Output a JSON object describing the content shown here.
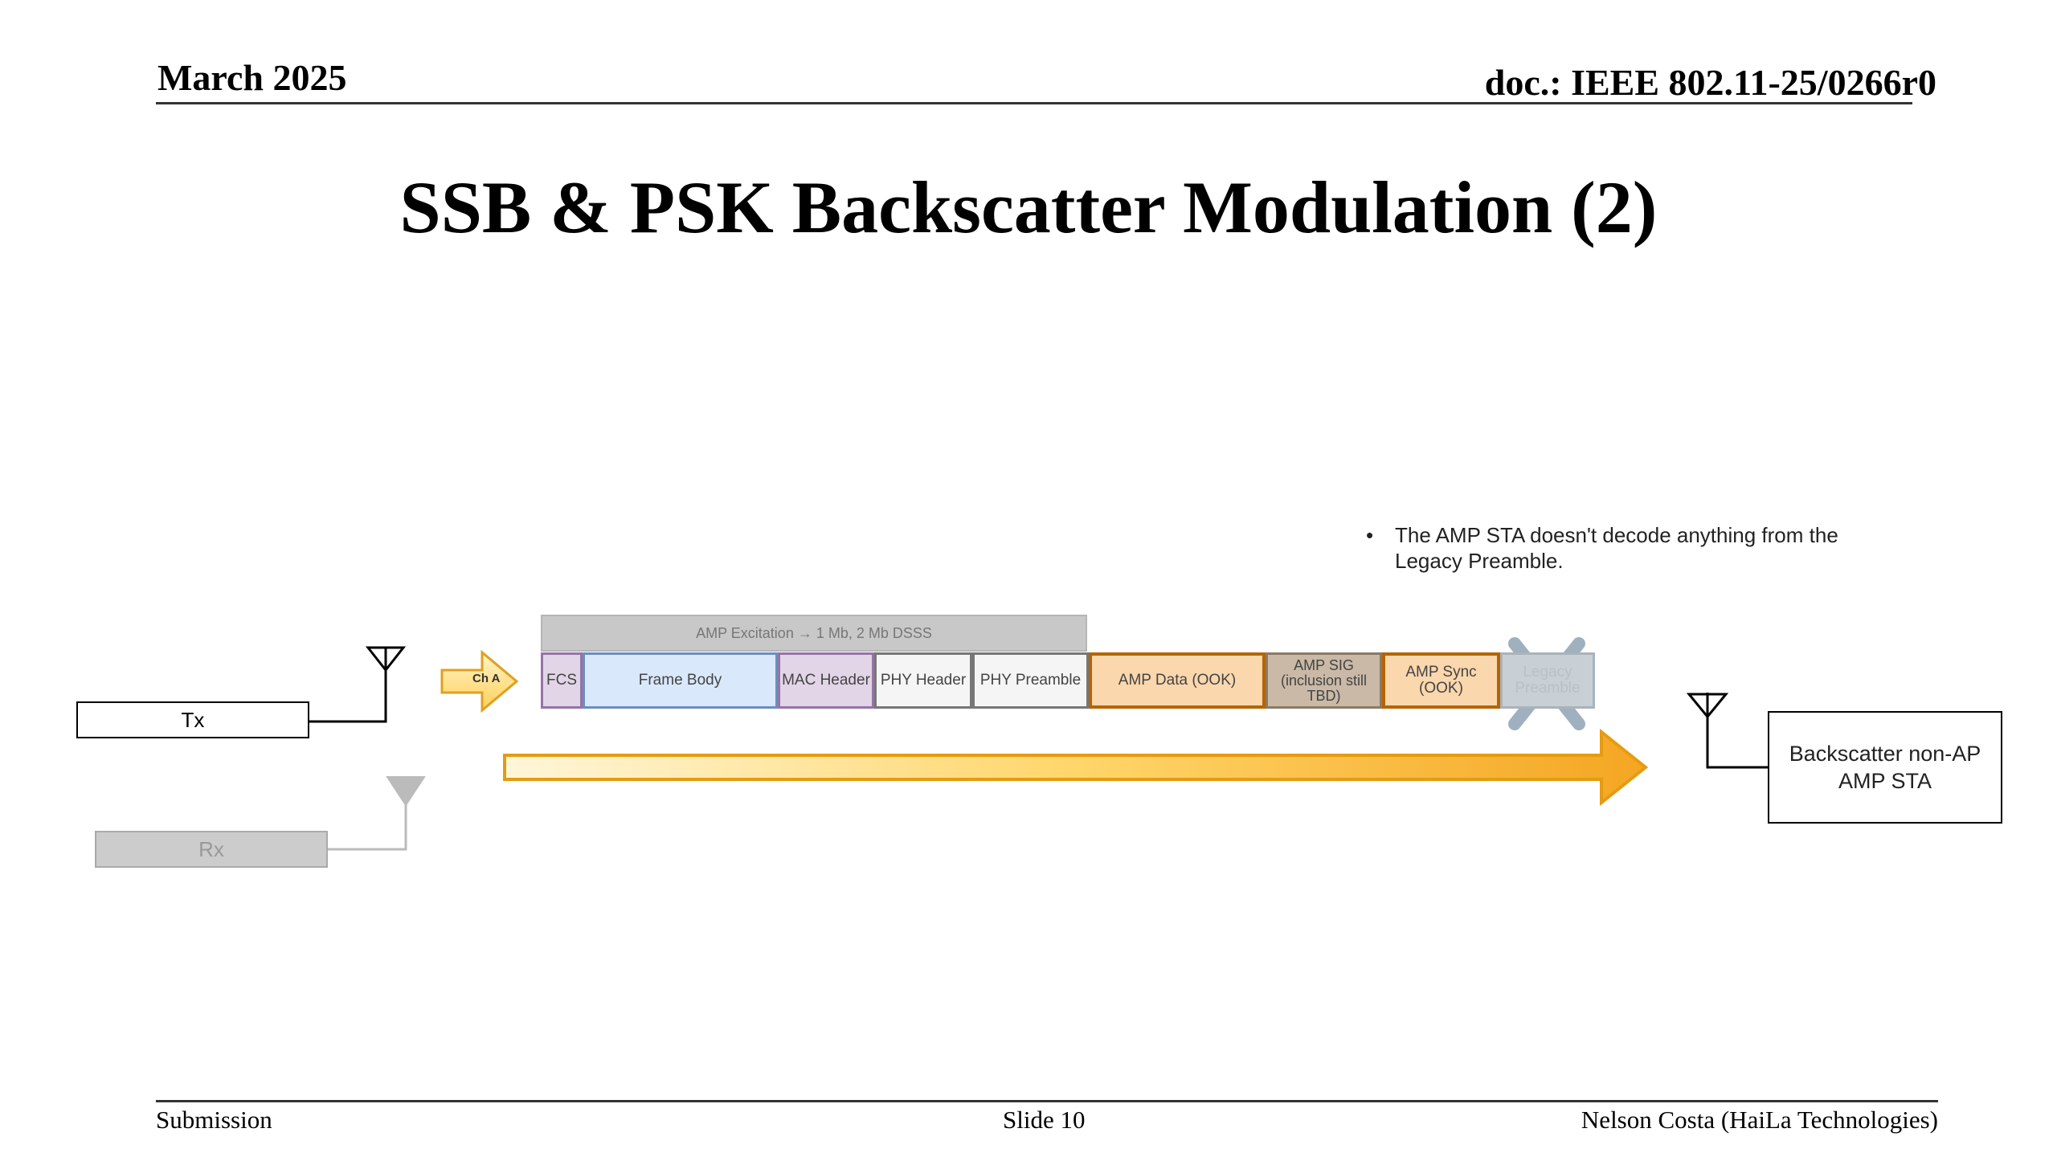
{
  "header": {
    "date": "March 2025",
    "doc": "doc.: IEEE 802.11-25/0266r0"
  },
  "title": "SSB & PSK Backscatter Modulation (2)",
  "bullet": "The AMP STA doesn't decode anything from the Legacy Preamble.",
  "diagram": {
    "tx_label": "Tx",
    "rx_label": "Rx",
    "channel_label": "Ch A",
    "excitation_label": "AMP Excitation → 1 Mb, 2 Mb DSSS",
    "segments": [
      {
        "label": "FCS",
        "fill": "#e1d5e7",
        "stroke": "#9673a6"
      },
      {
        "label": "Frame Body",
        "fill": "#dae8fc",
        "stroke": "#6c8ebf"
      },
      {
        "label": "MAC Header",
        "fill": "#e1d5e7",
        "stroke": "#9673a6"
      },
      {
        "label": "PHY Header",
        "fill": "#f5f5f5",
        "stroke": "#777777"
      },
      {
        "label": "PHY Preamble",
        "fill": "#f5f5f5",
        "stroke": "#777777"
      },
      {
        "label": "AMP Data (OOK)",
        "fill": "#fad7ac",
        "stroke": "#b46504"
      },
      {
        "label": "AMP SIG (inclusion still TBD)",
        "fill": "#c9b9a6",
        "stroke": "#8a7a66"
      },
      {
        "label": "AMP Sync (OOK)",
        "fill": "#fad7ac",
        "stroke": "#b46504"
      },
      {
        "label": "Legacy Preamble",
        "fill": "#c8d0d6",
        "stroke": "#aab3ba"
      }
    ],
    "sta_label": "Backscatter non-AP AMP STA",
    "colors": {
      "arrow": "#f4a622",
      "excitation": "#c8c8c8",
      "cross": "#8fa3b4"
    }
  },
  "footer": {
    "left": "Submission",
    "center": "Slide 10",
    "right": "Nelson Costa (HaiLa Technologies)"
  }
}
